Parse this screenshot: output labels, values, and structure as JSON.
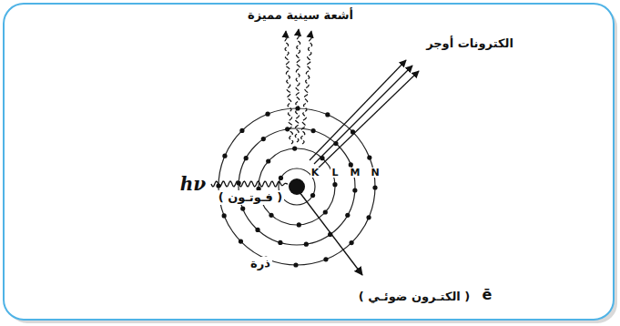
{
  "diagram": {
    "labels": [
      "أشعة سينية مميزة",
      "الكترونات أوجر",
      "hν",
      "( فـوتـون )",
      "ذرة",
      "( الكتـرون ضوئـي )",
      "ē",
      "K",
      "L",
      "M",
      "N"
    ]
  }
}
